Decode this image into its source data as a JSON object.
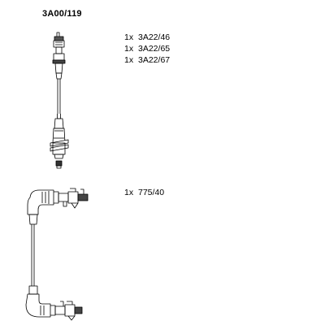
{
  "header": {
    "code": "3A00/119"
  },
  "groups": [
    {
      "name": "straight-lead",
      "parts": [
        {
          "qty": "1x",
          "ref": "3A22/46"
        },
        {
          "qty": "1x",
          "ref": "3A22/65"
        },
        {
          "qty": "1x",
          "ref": "3A22/67"
        }
      ]
    },
    {
      "name": "angled-lead",
      "parts": [
        {
          "qty": "1x",
          "ref": "775/40"
        }
      ]
    }
  ]
}
